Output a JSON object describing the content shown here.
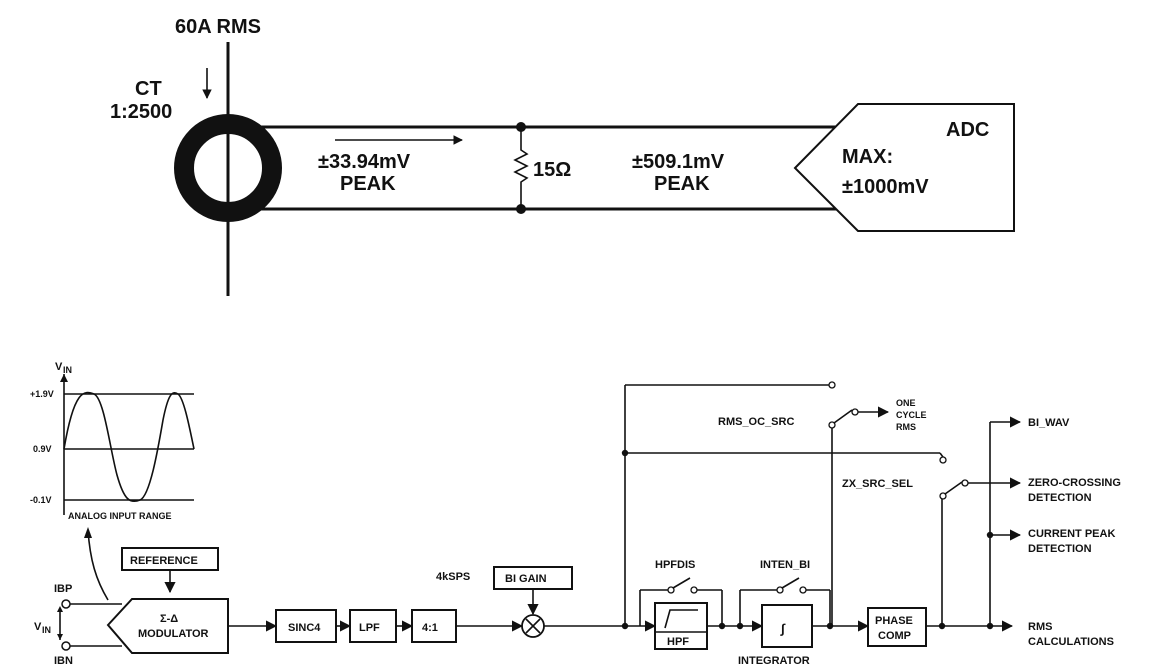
{
  "top": {
    "current": "60A RMS",
    "ct_label": "CT",
    "ct_ratio": "1:2500",
    "v_in_line1": "±33.94mV",
    "v_in_line2": "PEAK",
    "resistor": "15Ω",
    "v_out_line1": "±509.1mV",
    "v_out_line2": "PEAK",
    "adc_title": "ADC",
    "adc_max_line1": "MAX:",
    "adc_max_line2": "±1000mV"
  },
  "bottom": {
    "vin_axis": "V",
    "vin_sub": "IN",
    "level_high": "+1.9V",
    "level_mid": "0.9V",
    "level_low": "-0.1V",
    "analog_range": "ANALOG INPUT RANGE",
    "reference": "REFERENCE",
    "ibp": "IBP",
    "ibn": "IBN",
    "vin_in": "V",
    "vin_in_sub": "IN",
    "modulator_line1": "Σ-Δ",
    "modulator_line2": "MODULATOR",
    "sinc4": "SINC4",
    "lpf": "LPF",
    "decim": "4:1",
    "rate": "4kSPS",
    "bi_gain": "BI GAIN",
    "hpfdis": "HPFDIS",
    "hpf": "HPF",
    "inten_bi": "INTEN_BI",
    "integrator_symbol": "∫",
    "integrator": "INTEGRATOR",
    "phase_line1": "PHASE",
    "phase_line2": "COMP",
    "rms_oc_src": "RMS_OC_SRC",
    "one_cycle_line1": "ONE",
    "one_cycle_line2": "CYCLE",
    "one_cycle_line3": "RMS",
    "zx_src_sel": "ZX_SRC_SEL",
    "bi_wav": "BI_WAV",
    "zero_cross_line1": "ZERO-CROSSING",
    "zero_cross_line2": "DETECTION",
    "current_peak_line1": "CURRENT PEAK",
    "current_peak_line2": "DETECTION",
    "rms_line1": "RMS",
    "rms_line2": "CALCULATIONS"
  }
}
